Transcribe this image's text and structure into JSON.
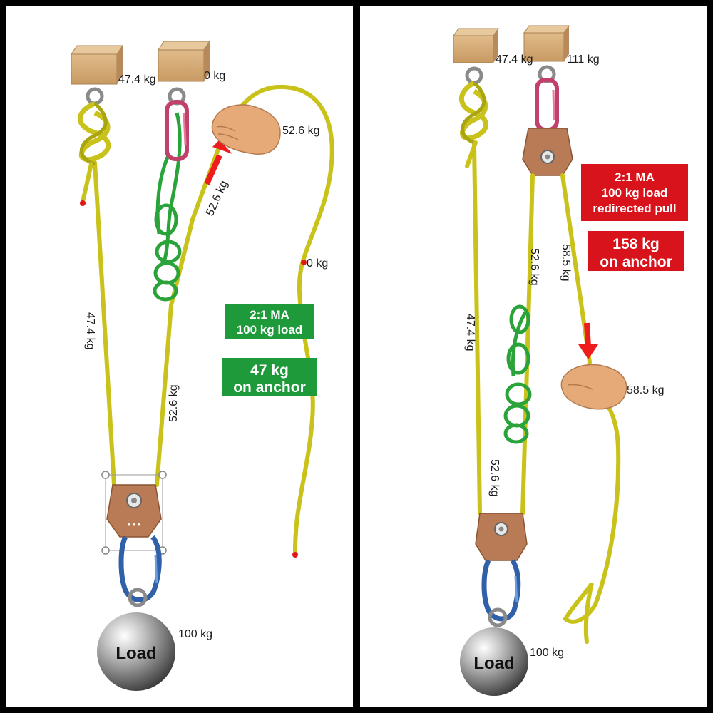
{
  "left": {
    "anchor_left_label": "47.4 kg",
    "anchor_right_label": "0 kg",
    "pull_label": "52.6 kg",
    "arrow_label": "52.6 kg",
    "tail_label": "0 kg",
    "left_strand_label": "47.4 kg",
    "right_strand_label": "52.6 kg",
    "load_mass_label": "100 kg",
    "load_text": "Load",
    "info_box_1": [
      "2:1 MA",
      "100 kg load"
    ],
    "info_box_2": [
      "47 kg",
      "on anchor"
    ],
    "info_color": "#1f9a3a"
  },
  "right": {
    "anchor_left_label": "47.4 kg",
    "anchor_right_label": "111 kg",
    "left_strand_label": "47.4 kg",
    "mid_strand_upper_label": "52.6 kg",
    "mid_strand_lower_label": "52.6 kg",
    "redirect_strand_label": "58.5 kg",
    "pull_label": "58.5 kg",
    "load_mass_label": "100 kg",
    "load_text": "Load",
    "info_box_1": [
      "2:1 MA",
      "100 kg load",
      "redirected pull"
    ],
    "info_box_2": [
      "158 kg",
      "on anchor"
    ],
    "info_color": "#d8131b"
  },
  "colors": {
    "rope_yellow": "#c9c21a",
    "rope_green": "#2aa43a",
    "anchor_block": "#d2a873",
    "carabiner_pink": "#c2416a",
    "carabiner_blue": "#2f60a8",
    "pulley": "#b97b56",
    "arrow_red": "#ee1c1c",
    "load_sphere": "#8a8a8a"
  }
}
